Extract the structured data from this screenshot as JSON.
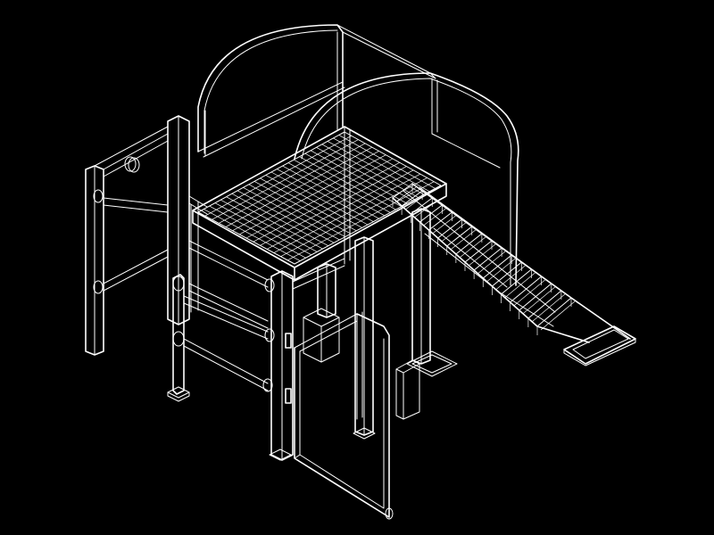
{
  "drawing": {
    "type": "isometric-wireframe",
    "background_color": "#000000",
    "line_color": "#ffffff",
    "components": [
      "left-ladder-frame",
      "rear-hoops",
      "grated-platform",
      "inclined-stair",
      "stair-landing-pad",
      "front-posts",
      "gate-door",
      "footing-blocks"
    ]
  }
}
